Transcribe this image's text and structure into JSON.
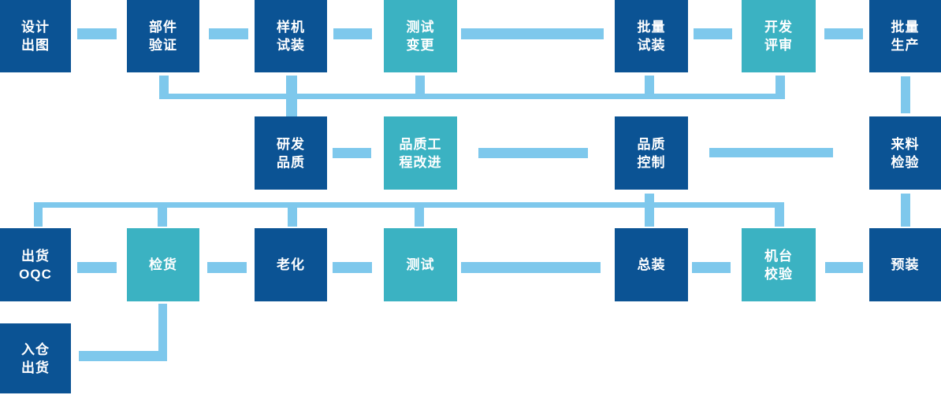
{
  "palette": {
    "box_dark": "#0b5394",
    "box_teal": "#3bb2c2",
    "connector": "#7ec8ec",
    "text": "#ffffff"
  },
  "nodes": {
    "design": {
      "label": "设计\n出图"
    },
    "parts": {
      "label": "部件\n验证"
    },
    "prototype": {
      "label": "样机\n试装"
    },
    "test_change": {
      "label": "测试\n变更"
    },
    "batch_trial": {
      "label": "批量\n试装"
    },
    "dev_review": {
      "label": "开发\n评审"
    },
    "mass_production": {
      "label": "批量\n生产"
    },
    "rd_quality": {
      "label": "研发\n品质"
    },
    "qe_improvement": {
      "label": "品质工\n程改进"
    },
    "quality_control": {
      "label": "品质\n控制"
    },
    "incoming_inspection": {
      "label": "来料\n检验"
    },
    "shipping_oqc": {
      "label": "出货\nOQC"
    },
    "inspection": {
      "label": "检货"
    },
    "aging": {
      "label": "老化"
    },
    "testing": {
      "label": "测试"
    },
    "final_assembly": {
      "label": "总装"
    },
    "machine_calibration": {
      "label": "机台\n校验"
    },
    "pre_assembly": {
      "label": "预装"
    },
    "warehouse_shipping": {
      "label": "入仓\n出货"
    }
  }
}
